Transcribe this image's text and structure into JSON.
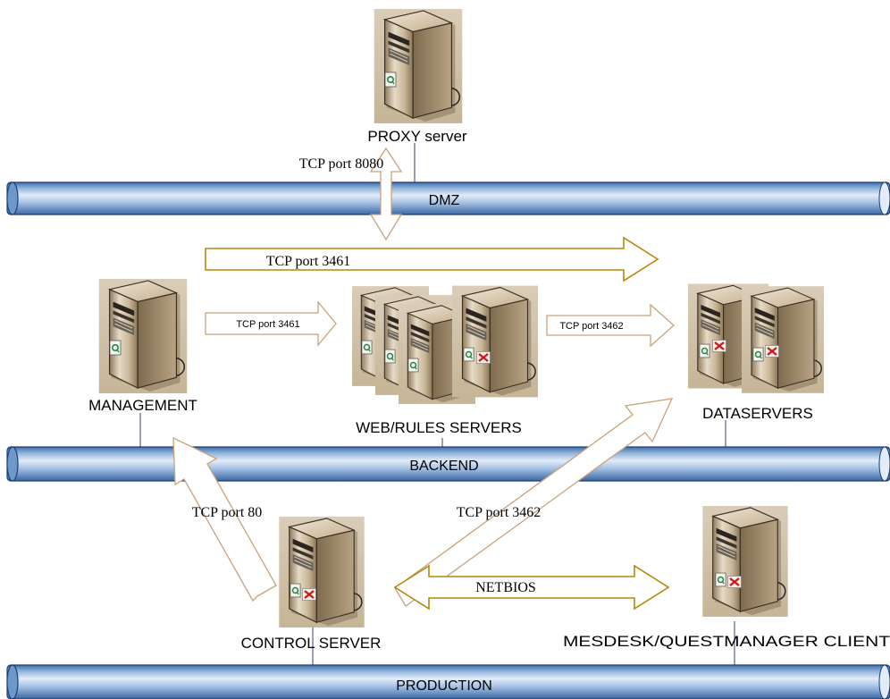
{
  "networks": {
    "dmz": "DMZ",
    "backend": "BACKEND",
    "production": "PRODUCTION"
  },
  "servers": {
    "proxy": "PROXY server",
    "management": "MANAGEMENT",
    "web_rules": "WEB/RULES SERVERS",
    "dataservers": "DATASERVERS",
    "control": "CONTROL SERVER",
    "mesdesk": "MESDESK/QUESTMANAGER CLIENT"
  },
  "connections": {
    "proxy_dmz": "TCP port 8080",
    "mgmt_to_data": "TCP port 3461",
    "mgmt_to_web": "TCP port 3461",
    "web_to_data": "TCP port 3462",
    "control_to_mgmt": "TCP port 80",
    "control_to_data": "TCP port 3462",
    "control_mesdesk": "NETBIOS"
  },
  "colors": {
    "pipe_light": "#dfe9f6",
    "pipe_dark": "#5a8ac0",
    "pipe_outline": "#1f3f70",
    "arrow_gold": "#b8860b",
    "arrow_tan": "#c8a27a",
    "server_body": "#b9a486"
  }
}
